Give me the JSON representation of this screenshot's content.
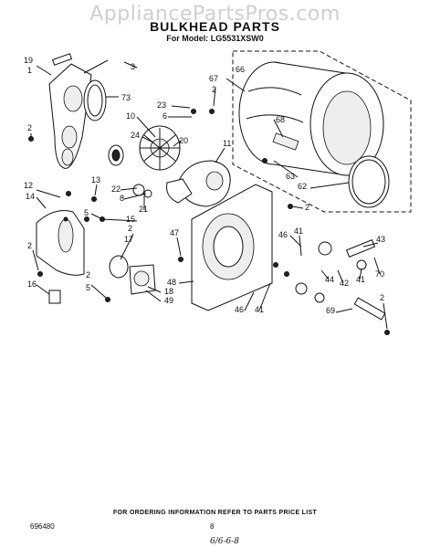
{
  "watermark": "AppliancePartsPros.com",
  "header": {
    "title": "BULKHEAD PARTS",
    "model_line": "For Model: LG5531XSW0"
  },
  "footer": {
    "ordering_note": "FOR ORDERING INFORMATION REFER TO PARTS PRICE LIST",
    "doc_code": "696480",
    "page_number": "8",
    "handwritten": "6/6-6-8"
  },
  "callouts": [
    {
      "id": "c19",
      "text": "19"
    },
    {
      "id": "c1",
      "text": "1"
    },
    {
      "id": "c3",
      "text": "3"
    },
    {
      "id": "c73",
      "text": "73"
    },
    {
      "id": "c23",
      "text": "23"
    },
    {
      "id": "c6",
      "text": "6"
    },
    {
      "id": "c2a",
      "text": "2"
    },
    {
      "id": "c67",
      "text": "67"
    },
    {
      "id": "c66",
      "text": "66"
    },
    {
      "id": "c10",
      "text": "10"
    },
    {
      "id": "c24",
      "text": "24"
    },
    {
      "id": "c20",
      "text": "20"
    },
    {
      "id": "c2b",
      "text": "2"
    },
    {
      "id": "c68",
      "text": "68"
    },
    {
      "id": "c11",
      "text": "11"
    },
    {
      "id": "c13",
      "text": "13"
    },
    {
      "id": "c12",
      "text": "12"
    },
    {
      "id": "c14",
      "text": "14"
    },
    {
      "id": "c22",
      "text": "22"
    },
    {
      "id": "c8",
      "text": "8"
    },
    {
      "id": "c21",
      "text": "21"
    },
    {
      "id": "c63",
      "text": "63"
    },
    {
      "id": "c62",
      "text": "62"
    },
    {
      "id": "c2c",
      "text": "2"
    },
    {
      "id": "c5a",
      "text": "5"
    },
    {
      "id": "c15",
      "text": "15"
    },
    {
      "id": "c2d",
      "text": "2"
    },
    {
      "id": "c17",
      "text": "17"
    },
    {
      "id": "c47",
      "text": "47"
    },
    {
      "id": "c46a",
      "text": "46"
    },
    {
      "id": "c41a",
      "text": "41"
    },
    {
      "id": "c43",
      "text": "43"
    },
    {
      "id": "c2e",
      "text": "2"
    },
    {
      "id": "c16",
      "text": "16"
    },
    {
      "id": "c2f",
      "text": "2"
    },
    {
      "id": "c5b",
      "text": "5"
    },
    {
      "id": "c18",
      "text": "18"
    },
    {
      "id": "c49",
      "text": "49"
    },
    {
      "id": "c48",
      "text": "48"
    },
    {
      "id": "c44",
      "text": "44"
    },
    {
      "id": "c42",
      "text": "42"
    },
    {
      "id": "c41b",
      "text": "41"
    },
    {
      "id": "c70",
      "text": "70"
    },
    {
      "id": "c46b",
      "text": "46"
    },
    {
      "id": "c41c",
      "text": "41"
    },
    {
      "id": "c69",
      "text": "69"
    },
    {
      "id": "c2g",
      "text": "2"
    }
  ]
}
